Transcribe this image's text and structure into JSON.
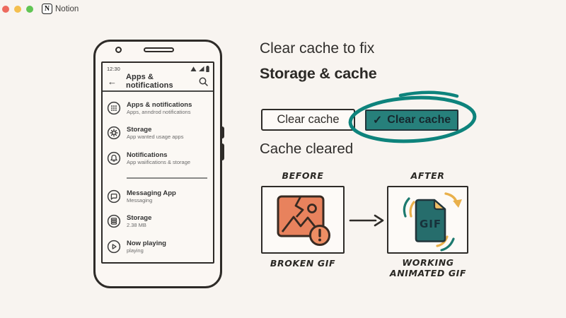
{
  "window": {
    "app_name": "Notion"
  },
  "phone": {
    "status_bar": {
      "time": "12:30"
    },
    "header": {
      "title": "Apps & notifications"
    },
    "list": [
      {
        "icon": "apps-grid-icon",
        "title": "Apps & notifications",
        "subtitle": "Apps, anndrod notifications"
      },
      {
        "icon": "gear-icon",
        "title": "Storage",
        "subtitle": "App wanted usage apps"
      },
      {
        "icon": "bell-icon",
        "title": "Notifications",
        "subtitle": "App waiifications & storage"
      },
      {
        "icon": "chat-bubble-icon",
        "title": "Messaging App",
        "subtitle": "Messaging"
      },
      {
        "icon": "database-icon",
        "title": "Storage",
        "subtitle": "2.38 MB"
      },
      {
        "icon": "play-circle-icon",
        "title": "Now playing",
        "subtitle": "playing"
      }
    ]
  },
  "content": {
    "heading_line1": "Clear cache to fix",
    "heading_line2": "Storage & cache",
    "outline_button_label": "Clear cache",
    "filled_button_check": "✓",
    "filled_button_label": "Clear cache",
    "subheading": "Cache cleared",
    "before_label": "BEFORE",
    "after_label": "AFTER",
    "before_caption": "BROKEN GIF",
    "after_caption_line1": "WORKING",
    "after_caption_line2": "ANIMATED GIF",
    "gif_file_label": "GIF"
  },
  "colors": {
    "background": "#f8f4f0",
    "ink": "#2e2b28",
    "teal_button": "#27807b",
    "teal_annotation": "#0e837c",
    "teal_file": "#266d6c",
    "orange": "#e8825d",
    "orange_light": "#ee8e64",
    "yellow": "#e9b04b",
    "traffic_red": "#ed6a5e",
    "traffic_yellow": "#f4bf4f",
    "traffic_green": "#61c554"
  }
}
